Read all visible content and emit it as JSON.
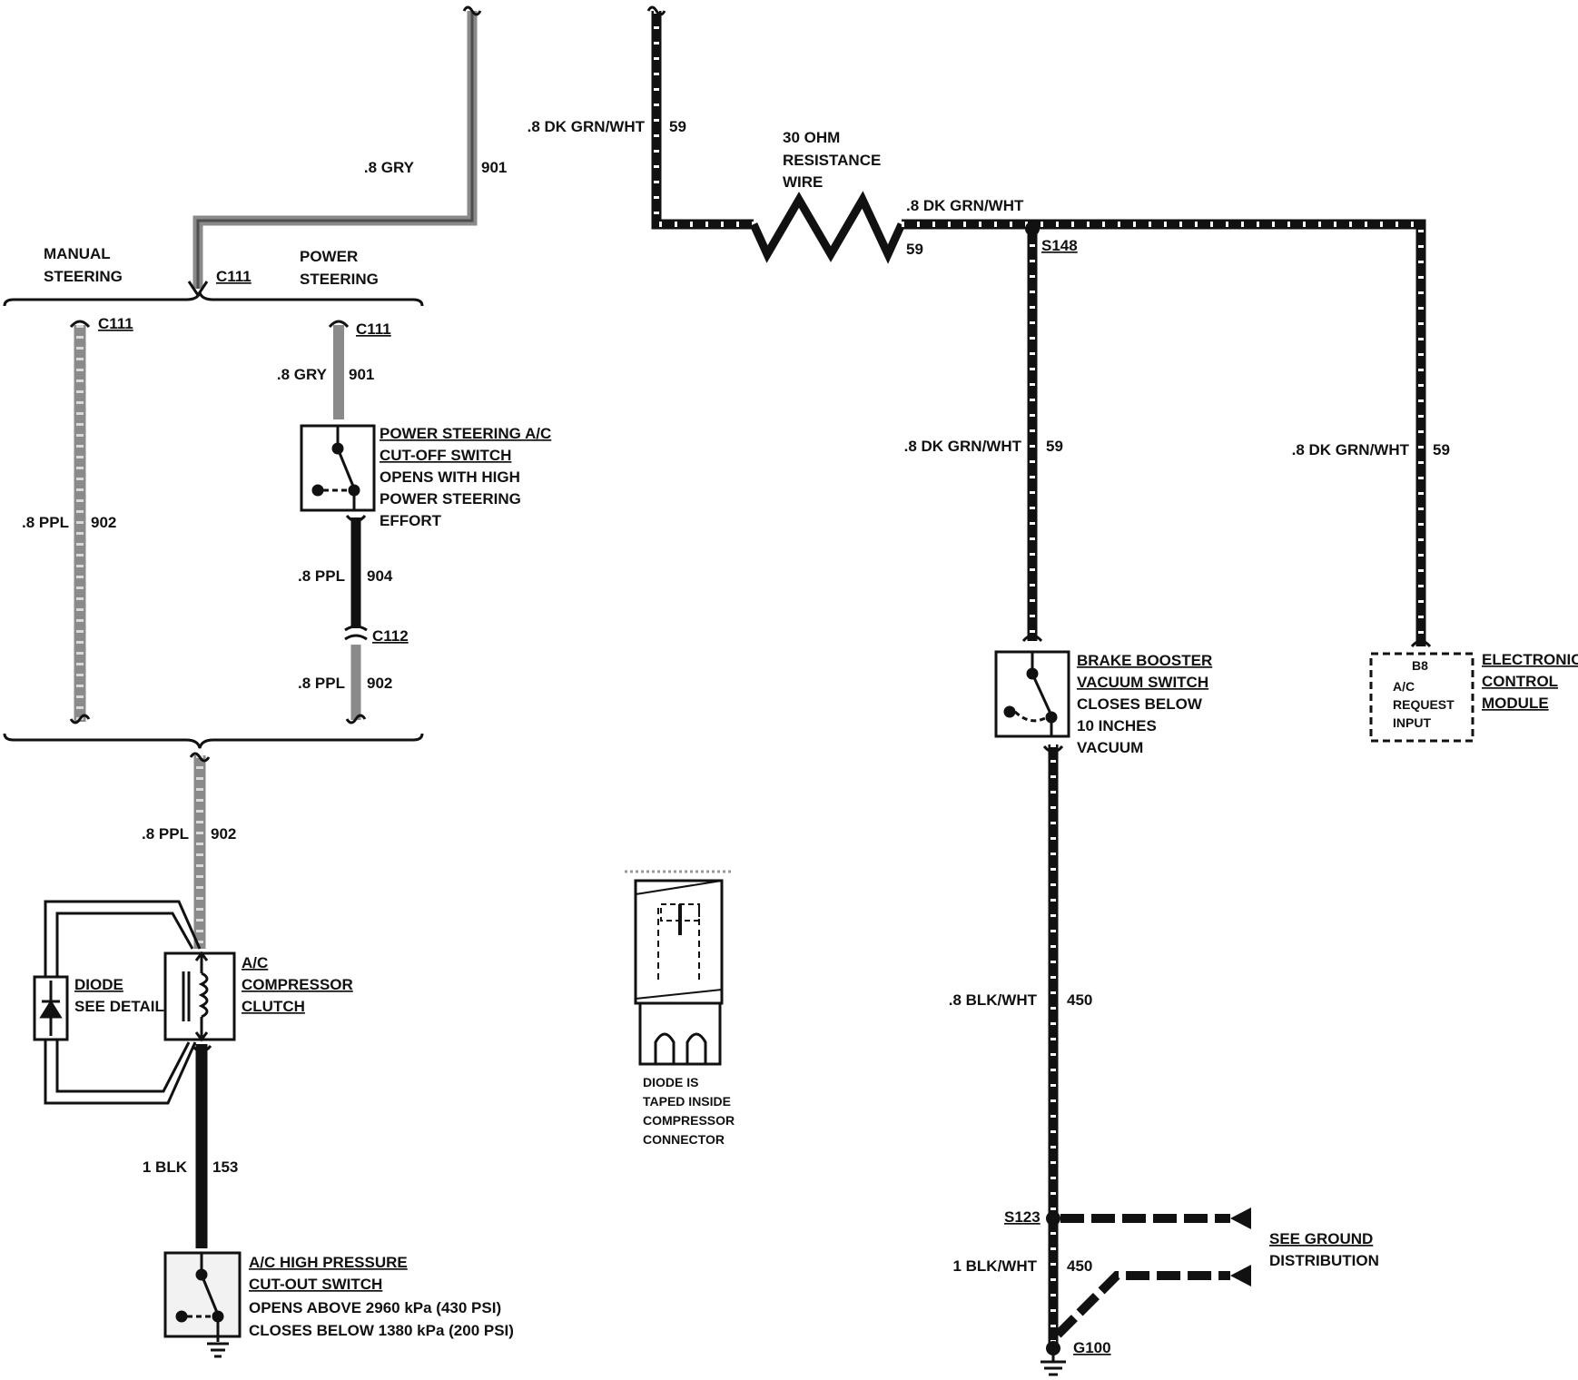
{
  "labels": {
    "wire_901_top": ".8 GRY",
    "wire_901_top_num": "901",
    "wire_59_top": ".8 DK GRN/WHT",
    "wire_59_top_num": "59",
    "resistance_1": "30 OHM",
    "resistance_2": "RESISTANCE",
    "resistance_3": "WIRE",
    "wire_59_mid": ".8 DK GRN/WHT",
    "wire_59_mid_num": "59",
    "s148": "S148",
    "manual_1": "MANUAL",
    "manual_2": "STEERING",
    "power_1": "POWER",
    "power_2": "STEERING",
    "c111_main": "C111",
    "c111_left": "C111",
    "c111_right": "C111",
    "wire_901_ps": ".8 GRY",
    "wire_901_ps_num": "901",
    "ps_switch_1": "POWER STEERING A/C",
    "ps_switch_2": "CUT-OFF SWITCH",
    "ps_switch_3": "OPENS WITH HIGH",
    "ps_switch_4": "POWER STEERING",
    "ps_switch_5": "EFFORT",
    "wire_902_left": ".8 PPL",
    "wire_902_left_num": "902",
    "wire_904": ".8 PPL",
    "wire_904_num": "904",
    "c112": "C112",
    "wire_902_ps": ".8 PPL",
    "wire_902_ps_num": "902",
    "wire_59_brake": ".8 DK GRN/WHT",
    "wire_59_brake_num": "59",
    "wire_59_ecm": ".8 DK GRN/WHT",
    "wire_59_ecm_num": "59",
    "brake_1": "BRAKE BOOSTER",
    "brake_2": "VACUUM SWITCH",
    "brake_3": "CLOSES BELOW",
    "brake_4": "10 INCHES",
    "brake_5": "VACUUM",
    "ecm_pin": "B8",
    "ecm_in_1": "A/C",
    "ecm_in_2": "REQUEST",
    "ecm_in_3": "INPUT",
    "ecm_1": "ELECTRONIC",
    "ecm_2": "CONTROL",
    "ecm_3": "MODULE",
    "wire_902_clutch": ".8 PPL",
    "wire_902_clutch_num": "902",
    "diode_1": "DIODE",
    "diode_2": "SEE DETAIL",
    "clutch_1": "A/C",
    "clutch_2": "COMPRESSOR",
    "clutch_3": "CLUTCH",
    "wire_153": "1 BLK",
    "wire_153_num": "153",
    "hp_1": "A/C HIGH PRESSURE",
    "hp_2": "CUT-OUT SWITCH",
    "hp_3": "OPENS ABOVE 2960 kPa (430 PSI)",
    "hp_4": "CLOSES BELOW 1380 kPa (200 PSI)",
    "detail_1": "DIODE IS",
    "detail_2": "TAPED INSIDE",
    "detail_3": "COMPRESSOR",
    "detail_4": "CONNECTOR",
    "wire_450_top": ".8 BLK/WHT",
    "wire_450_top_num": "450",
    "s123": "S123",
    "ground_1": "SEE GROUND",
    "ground_2": "DISTRIBUTION",
    "wire_450_bot": "1 BLK/WHT",
    "wire_450_bot_num": "450",
    "g100": "G100"
  }
}
